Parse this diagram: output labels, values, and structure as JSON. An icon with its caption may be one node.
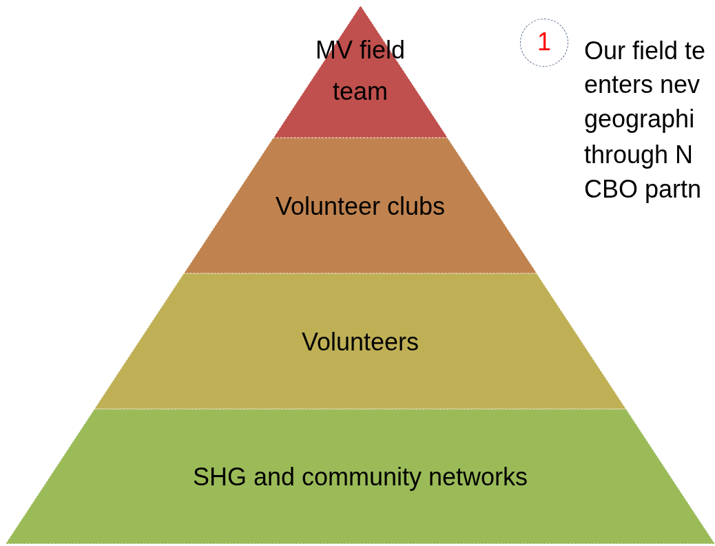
{
  "diagram": {
    "nodes": [
      {
        "text": [
          "MV field team"
        ]
      },
      {
        "text": [
          "Volunteer clubs"
        ]
      },
      {
        "text": [
          "Volunteers"
        ]
      },
      {
        "text": [
          "SHG and community networks"
        ]
      },
      {
        "text": [
          "1"
        ]
      }
    ],
    "labels": [
      "Our field te",
      "enters nev",
      "geographi",
      "through N",
      "CBO partn"
    ]
  }
}
